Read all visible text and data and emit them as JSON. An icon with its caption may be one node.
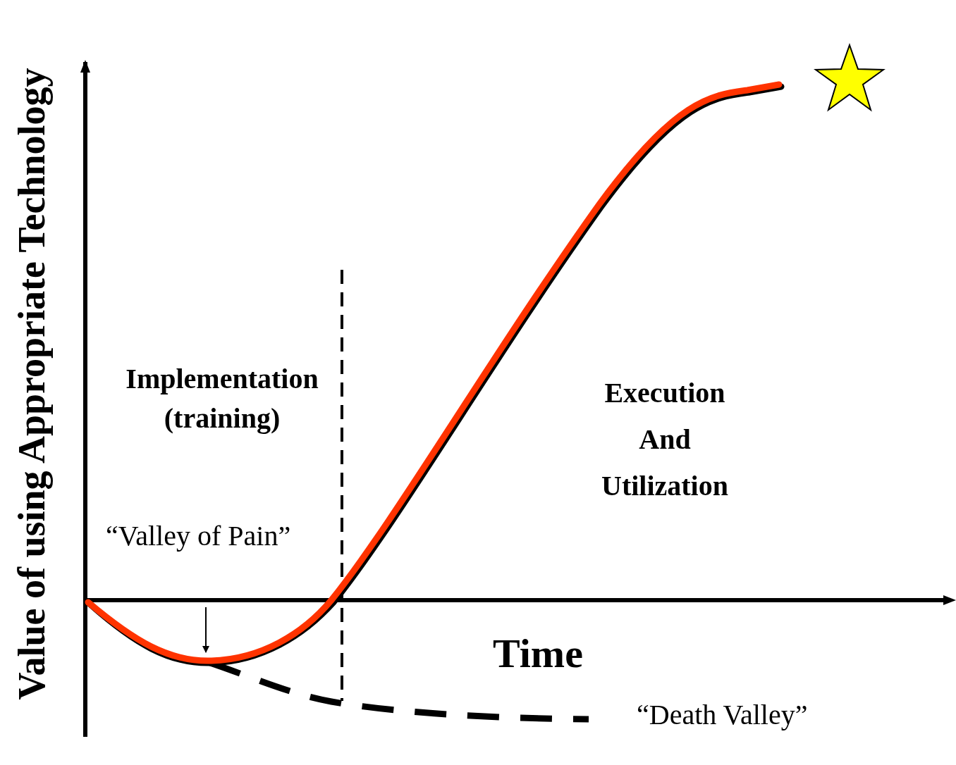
{
  "diagram": {
    "labels": [
      "Value of using Appropriate Technology",
      "Implementation (training)",
      "Execution And Utilization",
      "“Valley of Pain”",
      "Time",
      "“Death Valley”"
    ]
  }
}
